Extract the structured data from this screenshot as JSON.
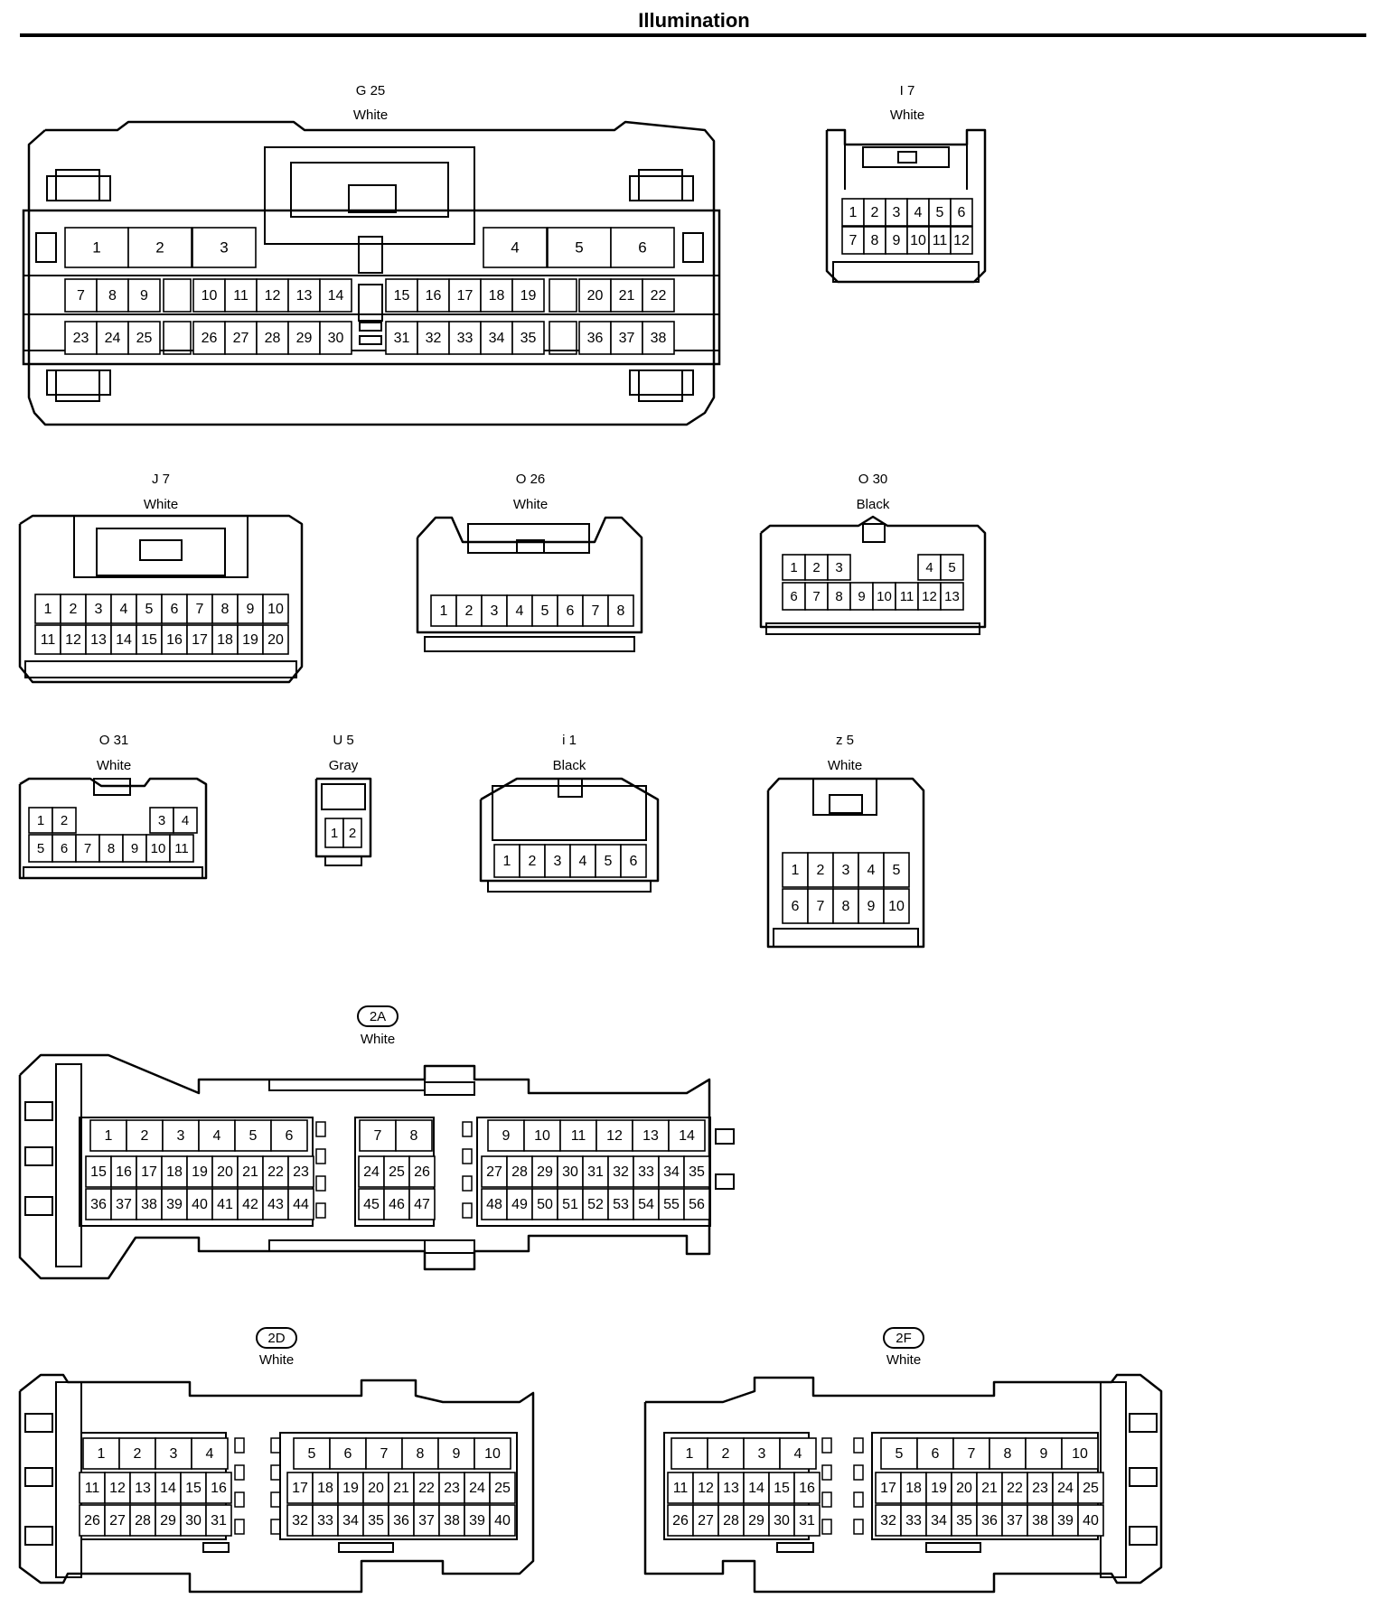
{
  "page": {
    "title": "Illumination"
  },
  "connectors": [
    {
      "id": "G 25",
      "color": "White",
      "pin_count": 38,
      "rows": [
        [
          "1",
          "2",
          "3",
          "4",
          "5",
          "6"
        ],
        [
          "7",
          "8",
          "9",
          "10",
          "11",
          "12",
          "13",
          "14",
          "15",
          "16",
          "17",
          "18",
          "19",
          "20",
          "21",
          "22"
        ],
        [
          "23",
          "24",
          "25",
          "26",
          "27",
          "28",
          "29",
          "30",
          "31",
          "32",
          "33",
          "34",
          "35",
          "36",
          "37",
          "38"
        ]
      ]
    },
    {
      "id": "I 7",
      "color": "White",
      "pin_count": 12,
      "rows": [
        [
          "1",
          "2",
          "3",
          "4",
          "5",
          "6"
        ],
        [
          "7",
          "8",
          "9",
          "10",
          "11",
          "12"
        ]
      ]
    },
    {
      "id": "J 7",
      "color": "White",
      "pin_count": 20,
      "rows": [
        [
          "1",
          "2",
          "3",
          "4",
          "5",
          "6",
          "7",
          "8",
          "9",
          "10"
        ],
        [
          "11",
          "12",
          "13",
          "14",
          "15",
          "16",
          "17",
          "18",
          "19",
          "20"
        ]
      ]
    },
    {
      "id": "O 26",
      "color": "White",
      "pin_count": 8,
      "rows": [
        [
          "1",
          "2",
          "3",
          "4",
          "5",
          "6",
          "7",
          "8"
        ]
      ]
    },
    {
      "id": "O 30",
      "color": "Black",
      "pin_count": 13,
      "rows": [
        [
          "1",
          "2",
          "3",
          "4",
          "5"
        ],
        [
          "6",
          "7",
          "8",
          "9",
          "10",
          "11",
          "12",
          "13"
        ]
      ]
    },
    {
      "id": "O 31",
      "color": "White",
      "pin_count": 11,
      "rows": [
        [
          "1",
          "2",
          "3",
          "4"
        ],
        [
          "5",
          "6",
          "7",
          "8",
          "9",
          "10",
          "11"
        ]
      ]
    },
    {
      "id": "U 5",
      "color": "Gray",
      "pin_count": 2,
      "rows": [
        [
          "1",
          "2"
        ]
      ]
    },
    {
      "id": "i 1",
      "color": "Black",
      "pin_count": 6,
      "rows": [
        [
          "1",
          "2",
          "3",
          "4",
          "5",
          "6"
        ]
      ]
    },
    {
      "id": "z 5",
      "color": "White",
      "pin_count": 10,
      "rows": [
        [
          "1",
          "2",
          "3",
          "4",
          "5"
        ],
        [
          "6",
          "7",
          "8",
          "9",
          "10"
        ]
      ]
    },
    {
      "id": "2A",
      "badge": true,
      "color": "White",
      "pin_count": 56,
      "rows": [
        [
          "1",
          "2",
          "3",
          "4",
          "5",
          "6",
          "7",
          "8",
          "9",
          "10",
          "11",
          "12",
          "13",
          "14"
        ],
        [
          "15",
          "16",
          "17",
          "18",
          "19",
          "20",
          "21",
          "22",
          "23",
          "24",
          "25",
          "26",
          "27",
          "28",
          "29",
          "30",
          "31",
          "32",
          "33",
          "34",
          "35"
        ],
        [
          "36",
          "37",
          "38",
          "39",
          "40",
          "41",
          "42",
          "43",
          "44",
          "45",
          "46",
          "47",
          "48",
          "49",
          "50",
          "51",
          "52",
          "53",
          "54",
          "55",
          "56"
        ]
      ]
    },
    {
      "id": "2D",
      "badge": true,
      "color": "White",
      "pin_count": 40,
      "rows": [
        [
          "1",
          "2",
          "3",
          "4",
          "5",
          "6",
          "7",
          "8",
          "9",
          "10"
        ],
        [
          "11",
          "12",
          "13",
          "14",
          "15",
          "16",
          "17",
          "18",
          "19",
          "20",
          "21",
          "22",
          "23",
          "24",
          "25"
        ],
        [
          "26",
          "27",
          "28",
          "29",
          "30",
          "31",
          "32",
          "33",
          "34",
          "35",
          "36",
          "37",
          "38",
          "39",
          "40"
        ]
      ]
    },
    {
      "id": "2F",
      "badge": true,
      "color": "White",
      "pin_count": 40,
      "rows": [
        [
          "1",
          "2",
          "3",
          "4",
          "5",
          "6",
          "7",
          "8",
          "9",
          "10"
        ],
        [
          "11",
          "12",
          "13",
          "14",
          "15",
          "16",
          "17",
          "18",
          "19",
          "20",
          "21",
          "22",
          "23",
          "24",
          "25"
        ],
        [
          "26",
          "27",
          "28",
          "29",
          "30",
          "31",
          "32",
          "33",
          "34",
          "35",
          "36",
          "37",
          "38",
          "39",
          "40"
        ]
      ]
    }
  ]
}
